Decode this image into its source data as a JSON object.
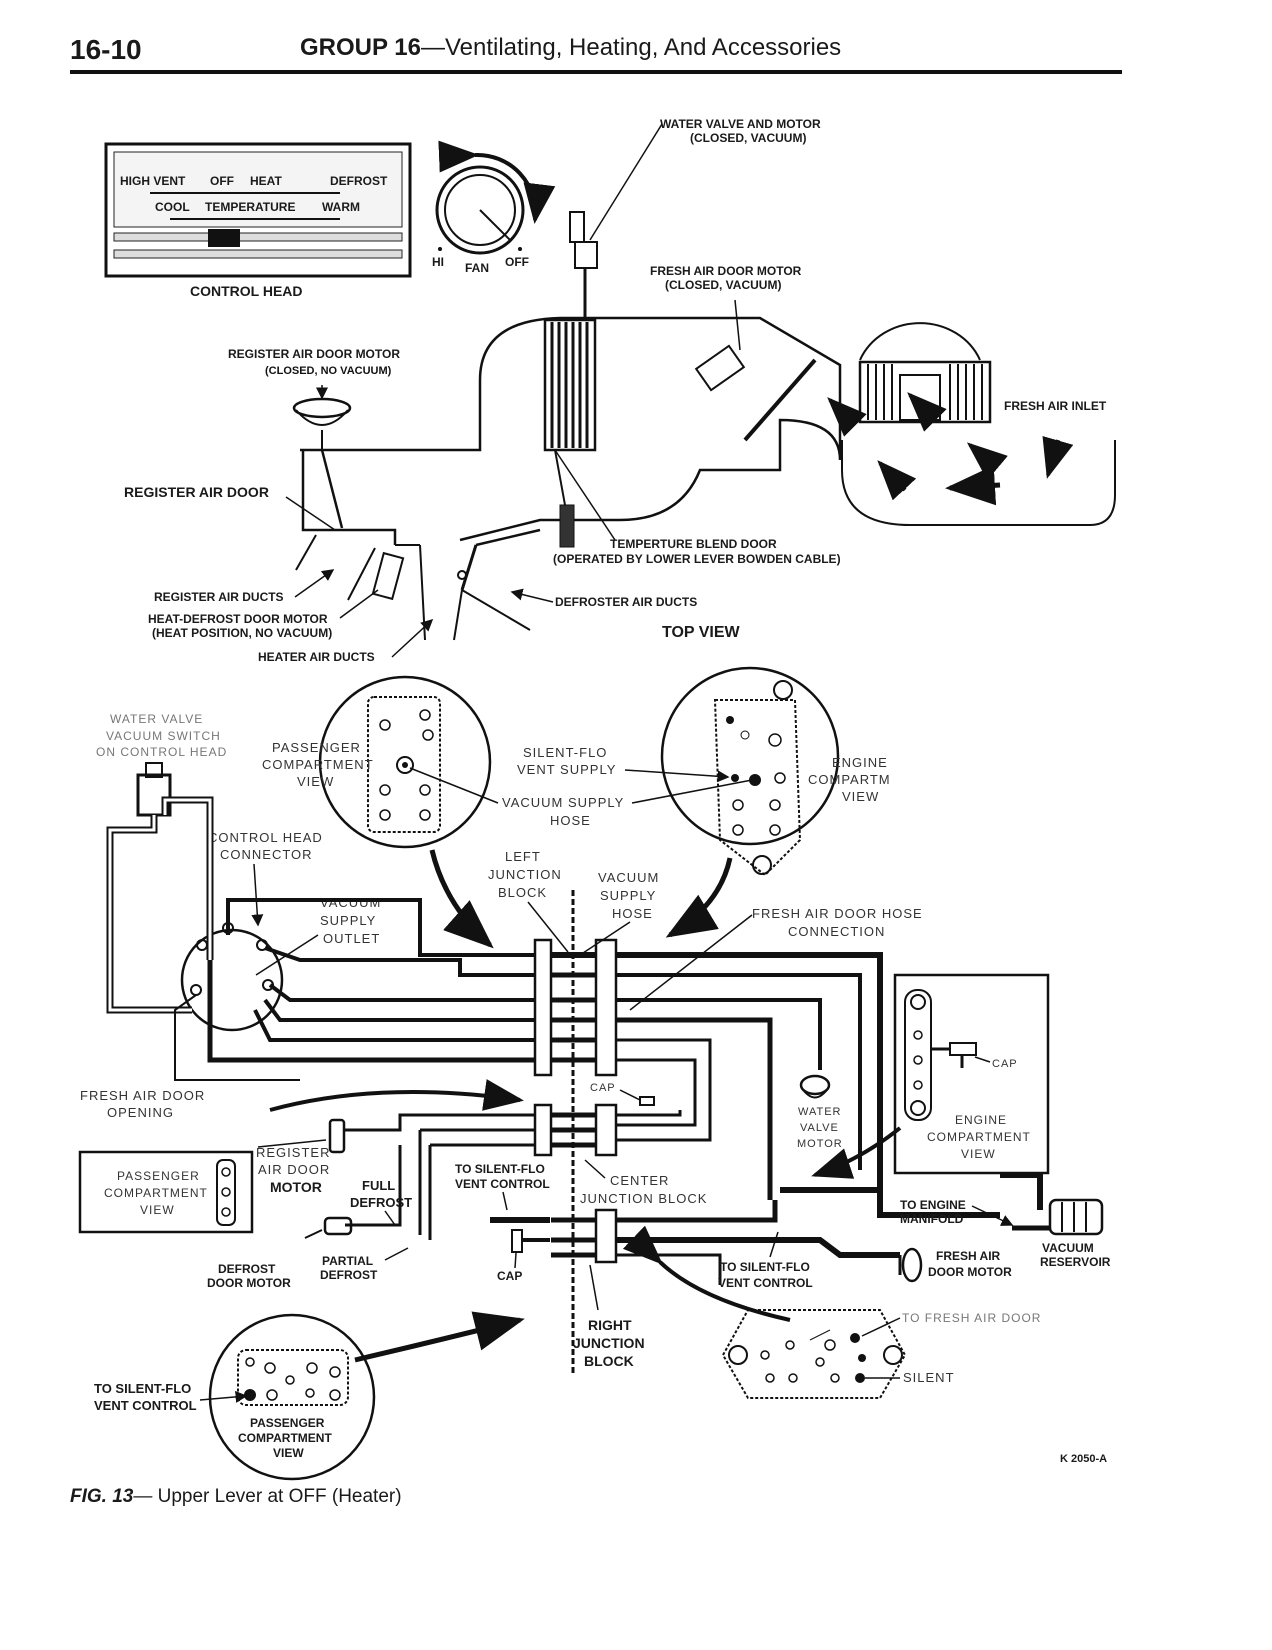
{
  "header": {
    "page_number": "16-10",
    "group_title": "GROUP 16",
    "group_subtitle": "—Ventilating, Heating, And Accessories"
  },
  "control_head": {
    "scale_top": [
      "HIGH VENT",
      "OFF",
      "HEAT",
      "DEFROST"
    ],
    "scale_bottom": [
      "COOL",
      "TEMPERATURE",
      "WARM"
    ],
    "title": "CONTROL HEAD",
    "fan_labels": [
      "HI",
      "FAN",
      "OFF"
    ]
  },
  "top_view": {
    "water_valve": [
      "WATER VALVE AND MOTOR",
      "(CLOSED, VACUUM)"
    ],
    "fresh_air_door_motor": [
      "FRESH AIR DOOR MOTOR",
      "(CLOSED, VACUUM)"
    ],
    "register_air_door_motor": [
      "REGISTER AIR DOOR MOTOR",
      "(CLOSED, NO VACUUM)"
    ],
    "fresh_air_inlet": "FRESH AIR INLET",
    "register_air_door": "REGISTER AIR DOOR",
    "temp_blend_door": [
      "TEMPERTURE BLEND DOOR",
      "(OPERATED BY LOWER LEVER BOWDEN CABLE)"
    ],
    "register_air_ducts": "REGISTER AIR DUCTS",
    "heat_defrost_motor": [
      "HEAT-DEFROST DOOR MOTOR",
      "(HEAT POSITION, NO VACUUM)"
    ],
    "defroster_air_ducts": "DEFROSTER AIR DUCTS",
    "heater_air_ducts": "HEATER AIR DUCTS",
    "title": "TOP VIEW"
  },
  "vacuum_diagram": {
    "water_valve_switch": [
      "WATER VALVE",
      "VACUUM SWITCH",
      "ON CONTROL HEAD"
    ],
    "passenger_view_top": [
      "PASSENGER",
      "COMPARTMENT",
      "VIEW"
    ],
    "silent_flo_supply": [
      "SILENT-FLO",
      "VENT SUPPLY"
    ],
    "vacuum_supply_hose": [
      "VACUUM SUPPLY",
      "HOSE"
    ],
    "engine_view_top": [
      "ENGINE",
      "COMPARTM",
      "VIEW"
    ],
    "control_head_connector": [
      "CONTROL HEAD",
      "CONNECTOR"
    ],
    "left_junction": [
      "LEFT",
      "JUNCTION",
      "BLOCK"
    ],
    "vacuum_supply_hose2": [
      "VACUUM",
      "SUPPLY",
      "HOSE"
    ],
    "vacuum_supply_outlet": [
      "VACUUM",
      "SUPPLY",
      "OUTLET"
    ],
    "fresh_air_door_hose": [
      "FRESH AIR DOOR HOSE",
      "CONNECTION"
    ],
    "cap": "CAP",
    "fresh_air_door_opening": [
      "FRESH AIR DOOR",
      "OPENING"
    ],
    "water_valve_motor": [
      "WATER",
      "VALVE",
      "MOTOR"
    ],
    "engine_view_right": [
      "ENGINE",
      "COMPARTMENT",
      "VIEW"
    ],
    "register_air_door_motor": [
      "REGISTER",
      "AIR DOOR",
      "MOTOR"
    ],
    "passenger_view_left": [
      "PASSENGER",
      "COMPARTMENT",
      "VIEW"
    ],
    "full_defrost": [
      "FULL",
      "DEFROST"
    ],
    "to_silent_flo_1": [
      "TO SILENT-FLO",
      "VENT CONTROL"
    ],
    "center_junction": [
      "CENTER",
      "JUNCTION BLOCK"
    ],
    "to_engine_manifold": [
      "TO ENGINE",
      "MANIFOLD"
    ],
    "vacuum_reservoir": [
      "VACUUM",
      "RESERVOIR"
    ],
    "defrost_door_motor": [
      "DEFROST",
      "DOOR MOTOR"
    ],
    "partial_defrost": [
      "PARTIAL",
      "DEFROST"
    ],
    "fresh_air_door_motor": [
      "FRESH AIR",
      "DOOR MOTOR"
    ],
    "to_silent_flo_2": [
      "TO SILENT-FLO",
      "VENT CONTROL"
    ],
    "right_junction": [
      "RIGHT",
      "JUNCTION",
      "BLOCK"
    ],
    "to_fresh_air_door": "TO FRESH AIR DOOR",
    "silent": "SILENT",
    "to_silent_flo_3": [
      "TO SILENT-FLO",
      "VENT CONTROL"
    ],
    "passenger_view_bottom": [
      "PASSENGER",
      "COMPARTMENT",
      "VIEW"
    ]
  },
  "figure": {
    "code": "K 2050-A",
    "caption_fig": "FIG. 13",
    "caption_text": "— Upper Lever at OFF (Heater)"
  }
}
